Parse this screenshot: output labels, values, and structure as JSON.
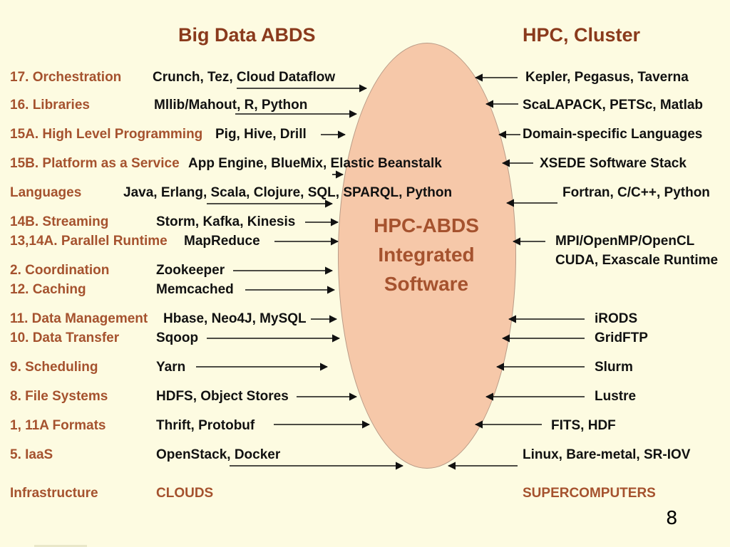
{
  "headings": {
    "left": "Big Data ABDS",
    "right": "HPC, Cluster"
  },
  "center": {
    "line1": "HPC-ABDS",
    "line2": "Integrated",
    "line3": "Software"
  },
  "rows": [
    {
      "label": "17. Orchestration",
      "left": "Crunch, Tez, Cloud Dataflow",
      "right": "Kepler, Pegasus, Taverna"
    },
    {
      "label": "16. Libraries",
      "left": "Mllib/Mahout, R, Python",
      "right": "ScaLAPACK, PETSc, Matlab"
    },
    {
      "label": "15A. High Level Programming",
      "left": "Pig, Hive, Drill",
      "right": "Domain-specific Languages"
    },
    {
      "label": "15B. Platform as a Service",
      "left": "App Engine, BlueMix, Elastic Beanstalk",
      "right": "XSEDE Software Stack"
    },
    {
      "label": "Languages",
      "left": "Java, Erlang, Scala, Clojure, SQL, SPARQL, Python",
      "right": "Fortran, C/C++, Python"
    },
    {
      "label": "14B. Streaming",
      "left": "Storm, Kafka, Kinesis",
      "right": ""
    },
    {
      "label": "13,14A. Parallel Runtime",
      "left": "MapReduce",
      "right": "MPI/OpenMP/OpenCL"
    },
    {
      "label": "",
      "left": "",
      "right": "CUDA, Exascale Runtime"
    },
    {
      "label": "2. Coordination",
      "left": "Zookeeper",
      "right": ""
    },
    {
      "label": "12. Caching",
      "left": "Memcached",
      "right": ""
    },
    {
      "label": "11. Data Management",
      "left": "Hbase, Neo4J, MySQL",
      "right": "iRODS"
    },
    {
      "label": "10. Data Transfer",
      "left": "Sqoop",
      "right": "GridFTP"
    },
    {
      "label": "9. Scheduling",
      "left": "Yarn",
      "right": "Slurm"
    },
    {
      "label": "8. File Systems",
      "left": "HDFS, Object Stores",
      "right": "Lustre"
    },
    {
      "label": "1, 11A Formats",
      "left": "Thrift, Protobuf",
      "right": "FITS, HDF"
    },
    {
      "label": "5. IaaS",
      "left": "OpenStack, Docker",
      "right": "Linux, Bare-metal, SR-IOV"
    },
    {
      "label": "Infrastructure",
      "left": "CLOUDS",
      "right": "SUPERCOMPUTERS"
    }
  ],
  "page_number": "8",
  "colors": {
    "background": "#fdfbe1",
    "accent": "#a5522e",
    "ellipse": "#f6c8a9",
    "heading": "#8a3a1c"
  }
}
